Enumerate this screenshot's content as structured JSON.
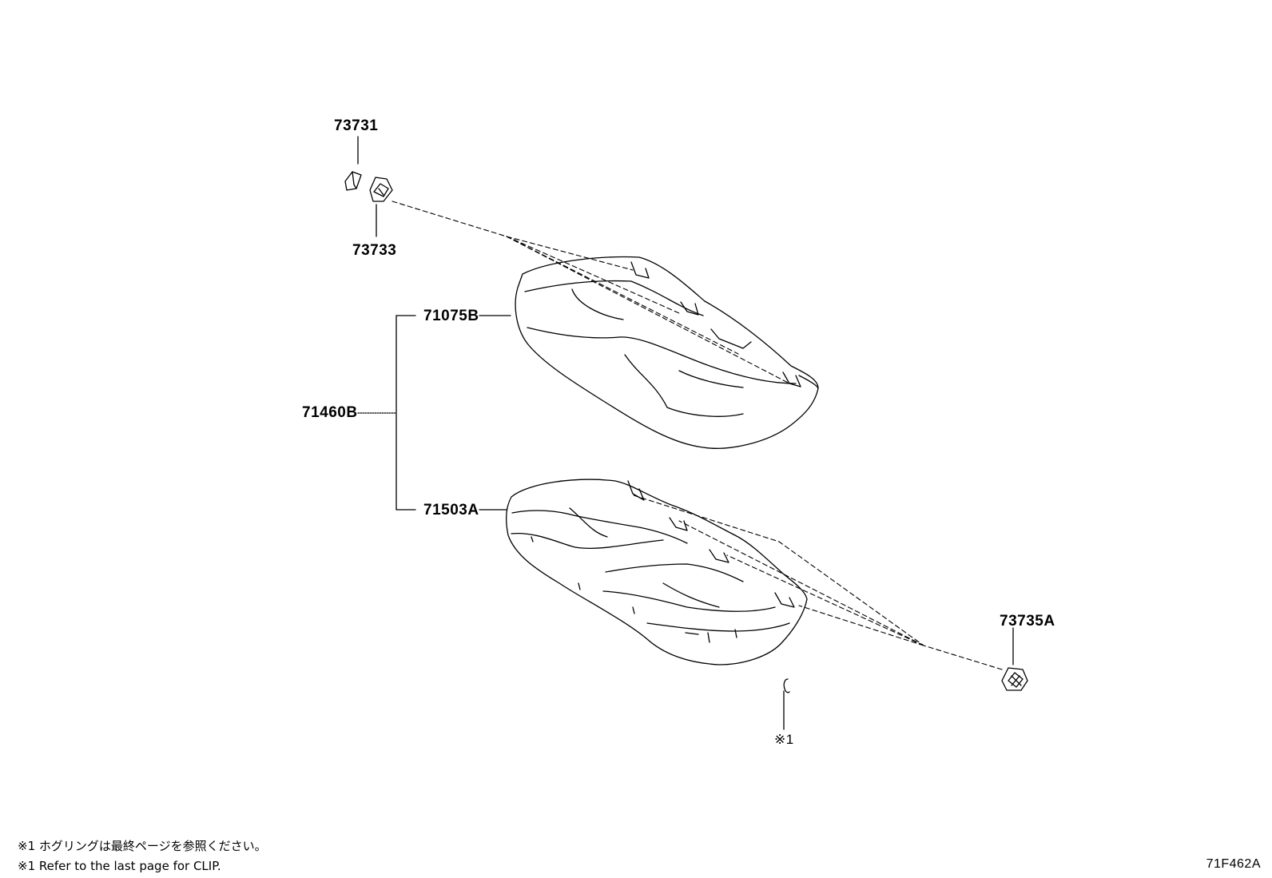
{
  "labels": {
    "p73731": "73731",
    "p73733": "73733",
    "p71075b": "71075B",
    "p71460b": "71460B",
    "p71503a": "71503A",
    "p73735a": "73735A",
    "ref1": "※1"
  },
  "notes": {
    "line1": "※1 ホグリングは最終ページを参照ください。",
    "line2": "※1 Refer to the last page for CLIP."
  },
  "figure_id": "71F462A"
}
